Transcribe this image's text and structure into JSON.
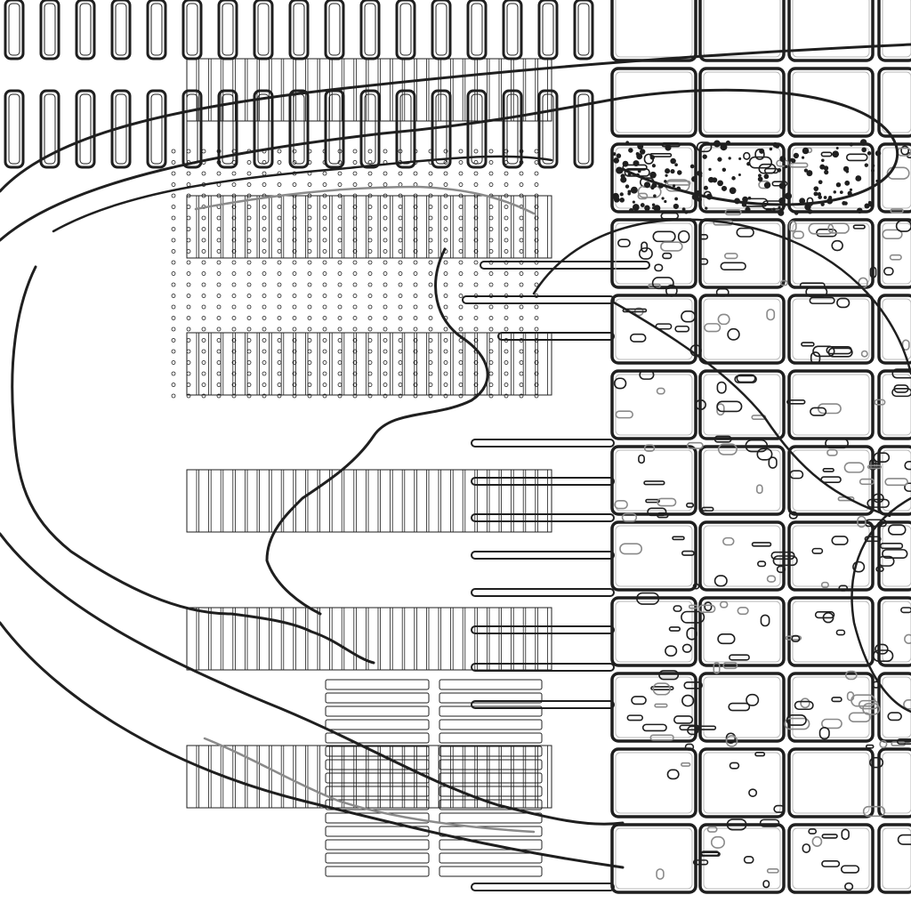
{
  "colors": {
    "background": "#ffffff",
    "ink": "#1f1f1f",
    "mid_gray": "#8a8a8a",
    "light_gray": "#b9b9b9"
  },
  "layers": {
    "top_pill_rows": 2,
    "top_pill_columns": 17,
    "vertical_strip_blocks": 6,
    "dot_grid_rows": 25,
    "dot_grid_columns": 25,
    "grid_tile_rows": 12,
    "grid_tile_columns": 4,
    "horizontal_bar_columns": 2,
    "horizontal_bars_per_column": 15
  }
}
